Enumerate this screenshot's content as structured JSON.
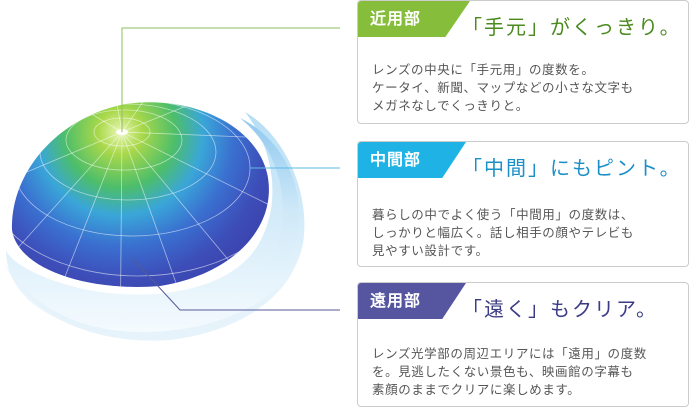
{
  "zones": {
    "near": {
      "tag": "近用部",
      "headline": "「手元」がくっきり。",
      "desc": "レンズの中央に「手元用」の度数を。\nケータイ、新聞、マップなどの小さな文字も\nメガネなしでくっきりと。",
      "color": "#86bd3b"
    },
    "mid": {
      "tag": "中間部",
      "headline": "「中間」にもピント。",
      "desc": "暮らしの中でよく使う「中間用」の度数は、\nしっかりと幅広く。話し相手の顔やテレビも\n見やすい設計です。",
      "color": "#1fb3e5"
    },
    "far": {
      "tag": "遠用部",
      "headline": "「遠く」もクリア。",
      "desc": "レンズ光学部の周辺エリアには「遠用」の度数\nを。見逃したくない景色も、映画館の字幕も\n素顔のままでクリアに楽しめます。",
      "color": "#5555a0"
    }
  }
}
